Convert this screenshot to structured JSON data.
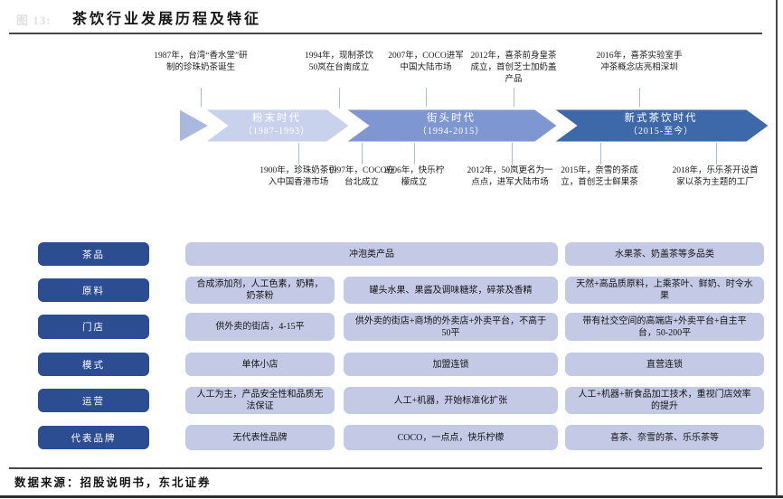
{
  "header": {
    "figure_label": "图 13:",
    "title": "茶饮行业发展历程及特征"
  },
  "timeline": {
    "tip_color": "#a9b8de",
    "connector_color": "#a3bede",
    "eras": [
      {
        "name": "粉末时代",
        "period": "（1987-1993）",
        "color": "#c9d2ec"
      },
      {
        "name": "街头时代",
        "period": "（1994-2015）",
        "color": "#7e97d2"
      },
      {
        "name": "新式茶饮时代",
        "period": "（2015-至今）",
        "color": "#3d68a9"
      }
    ],
    "events_top": [
      {
        "text": "1987年，台湾“香水堂”研制的珍珠奶茶诞生"
      },
      {
        "text": "1994年，现制茶饮50岚在台南成立"
      },
      {
        "text": "2007年，COCO进军中国大陆市场"
      },
      {
        "text": "2012年，喜茶前身皇茶成立，首创芝士加奶盖产品"
      },
      {
        "text": "2016年，喜茶实验室手冲茶概念店亮相深圳"
      }
    ],
    "events_bottom": [
      {
        "text": "1900年，珍珠奶茶引入中国香港市场"
      },
      {
        "text": "1997年，COCO在台北成立"
      },
      {
        "text": "2006年，快乐柠檬成立"
      },
      {
        "text": "2012年，50岚更名为一点点，进军大陆市场"
      },
      {
        "text": "2015年，奈雪的茶成立，首创芝士鲜果茶"
      },
      {
        "text": "2018年，乐乐茶开设首家以茶为主题的工厂"
      }
    ]
  },
  "table": {
    "row_label_color": "#2c4d92",
    "cell_color": "#c4c9e6",
    "rows": [
      {
        "label": "茶品",
        "cells": [
          {
            "text": "冲泡类产品"
          },
          {
            "text": "水果茶、奶盖茶等多品类"
          }
        ]
      },
      {
        "label": "原料",
        "cells": [
          {
            "text": "合成添加剂，人工色素，奶精，奶茶粉"
          },
          {
            "text": "罐头水果、果酱及调味糖浆，碎茶及香精"
          },
          {
            "text": "天然+高品质原料，上乘茶叶、鲜奶、时令水果"
          }
        ]
      },
      {
        "label": "门店",
        "cells": [
          {
            "text": "供外卖的街店，4-15平"
          },
          {
            "text": "供外卖的街店+商场的外卖店+外卖平台，不高于50平"
          },
          {
            "text": "带有社交空间的高端店+外卖平台+自主平台，50-200平"
          }
        ]
      },
      {
        "label": "模式",
        "cells": [
          {
            "text": "单体小店"
          },
          {
            "text": "加盟连锁"
          },
          {
            "text": "直营连锁"
          }
        ]
      },
      {
        "label": "运营",
        "cells": [
          {
            "text": "人工为主，产品安全性和品质无法保证"
          },
          {
            "text": "人工+机器，开始标准化扩张"
          },
          {
            "text": "人工+机器+新食品加工技术，重视门店效率的提升"
          }
        ]
      },
      {
        "label": "代表品牌",
        "cells": [
          {
            "text": "无代表性品牌"
          },
          {
            "text": "COCO，一点点，快乐柠檬"
          },
          {
            "text": "喜茶、奈雪的茶、乐乐茶等"
          }
        ]
      }
    ]
  },
  "footer": {
    "source": "数据来源：招股说明书，东北证券"
  }
}
